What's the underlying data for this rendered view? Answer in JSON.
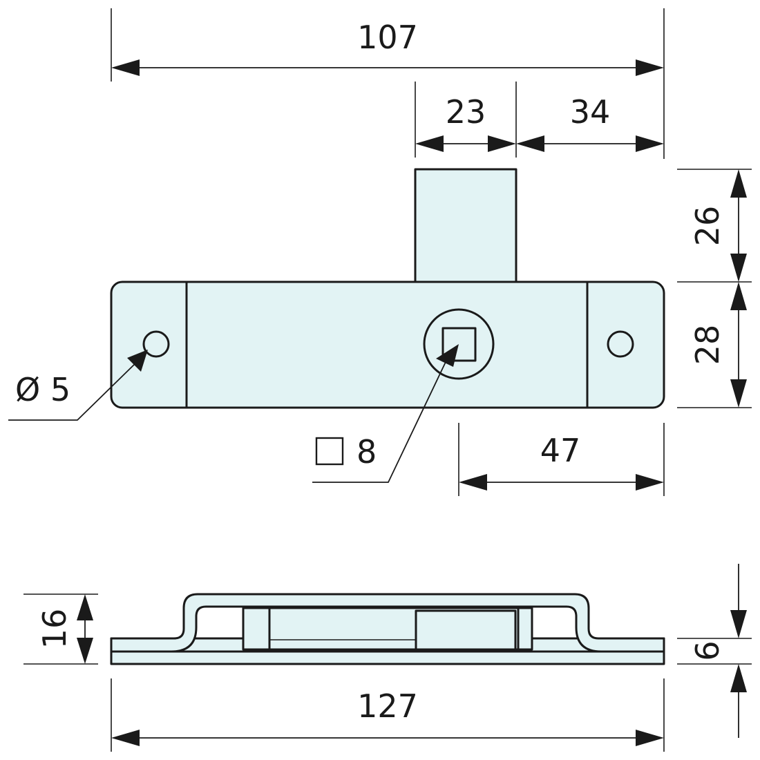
{
  "colors": {
    "part_fill": "#e2f3f4",
    "line": "#1a1a1a"
  },
  "dimensions": {
    "total_width_top": "107",
    "bolt_width": "23",
    "bolt_offset": "34",
    "bolt_height": "26",
    "body_height": "28",
    "spindle_offset": "47",
    "hole_diameter": "Ø 5",
    "square_size": "8",
    "side_height": "16",
    "side_plate_thickness": "6",
    "total_width_bottom": "127"
  }
}
